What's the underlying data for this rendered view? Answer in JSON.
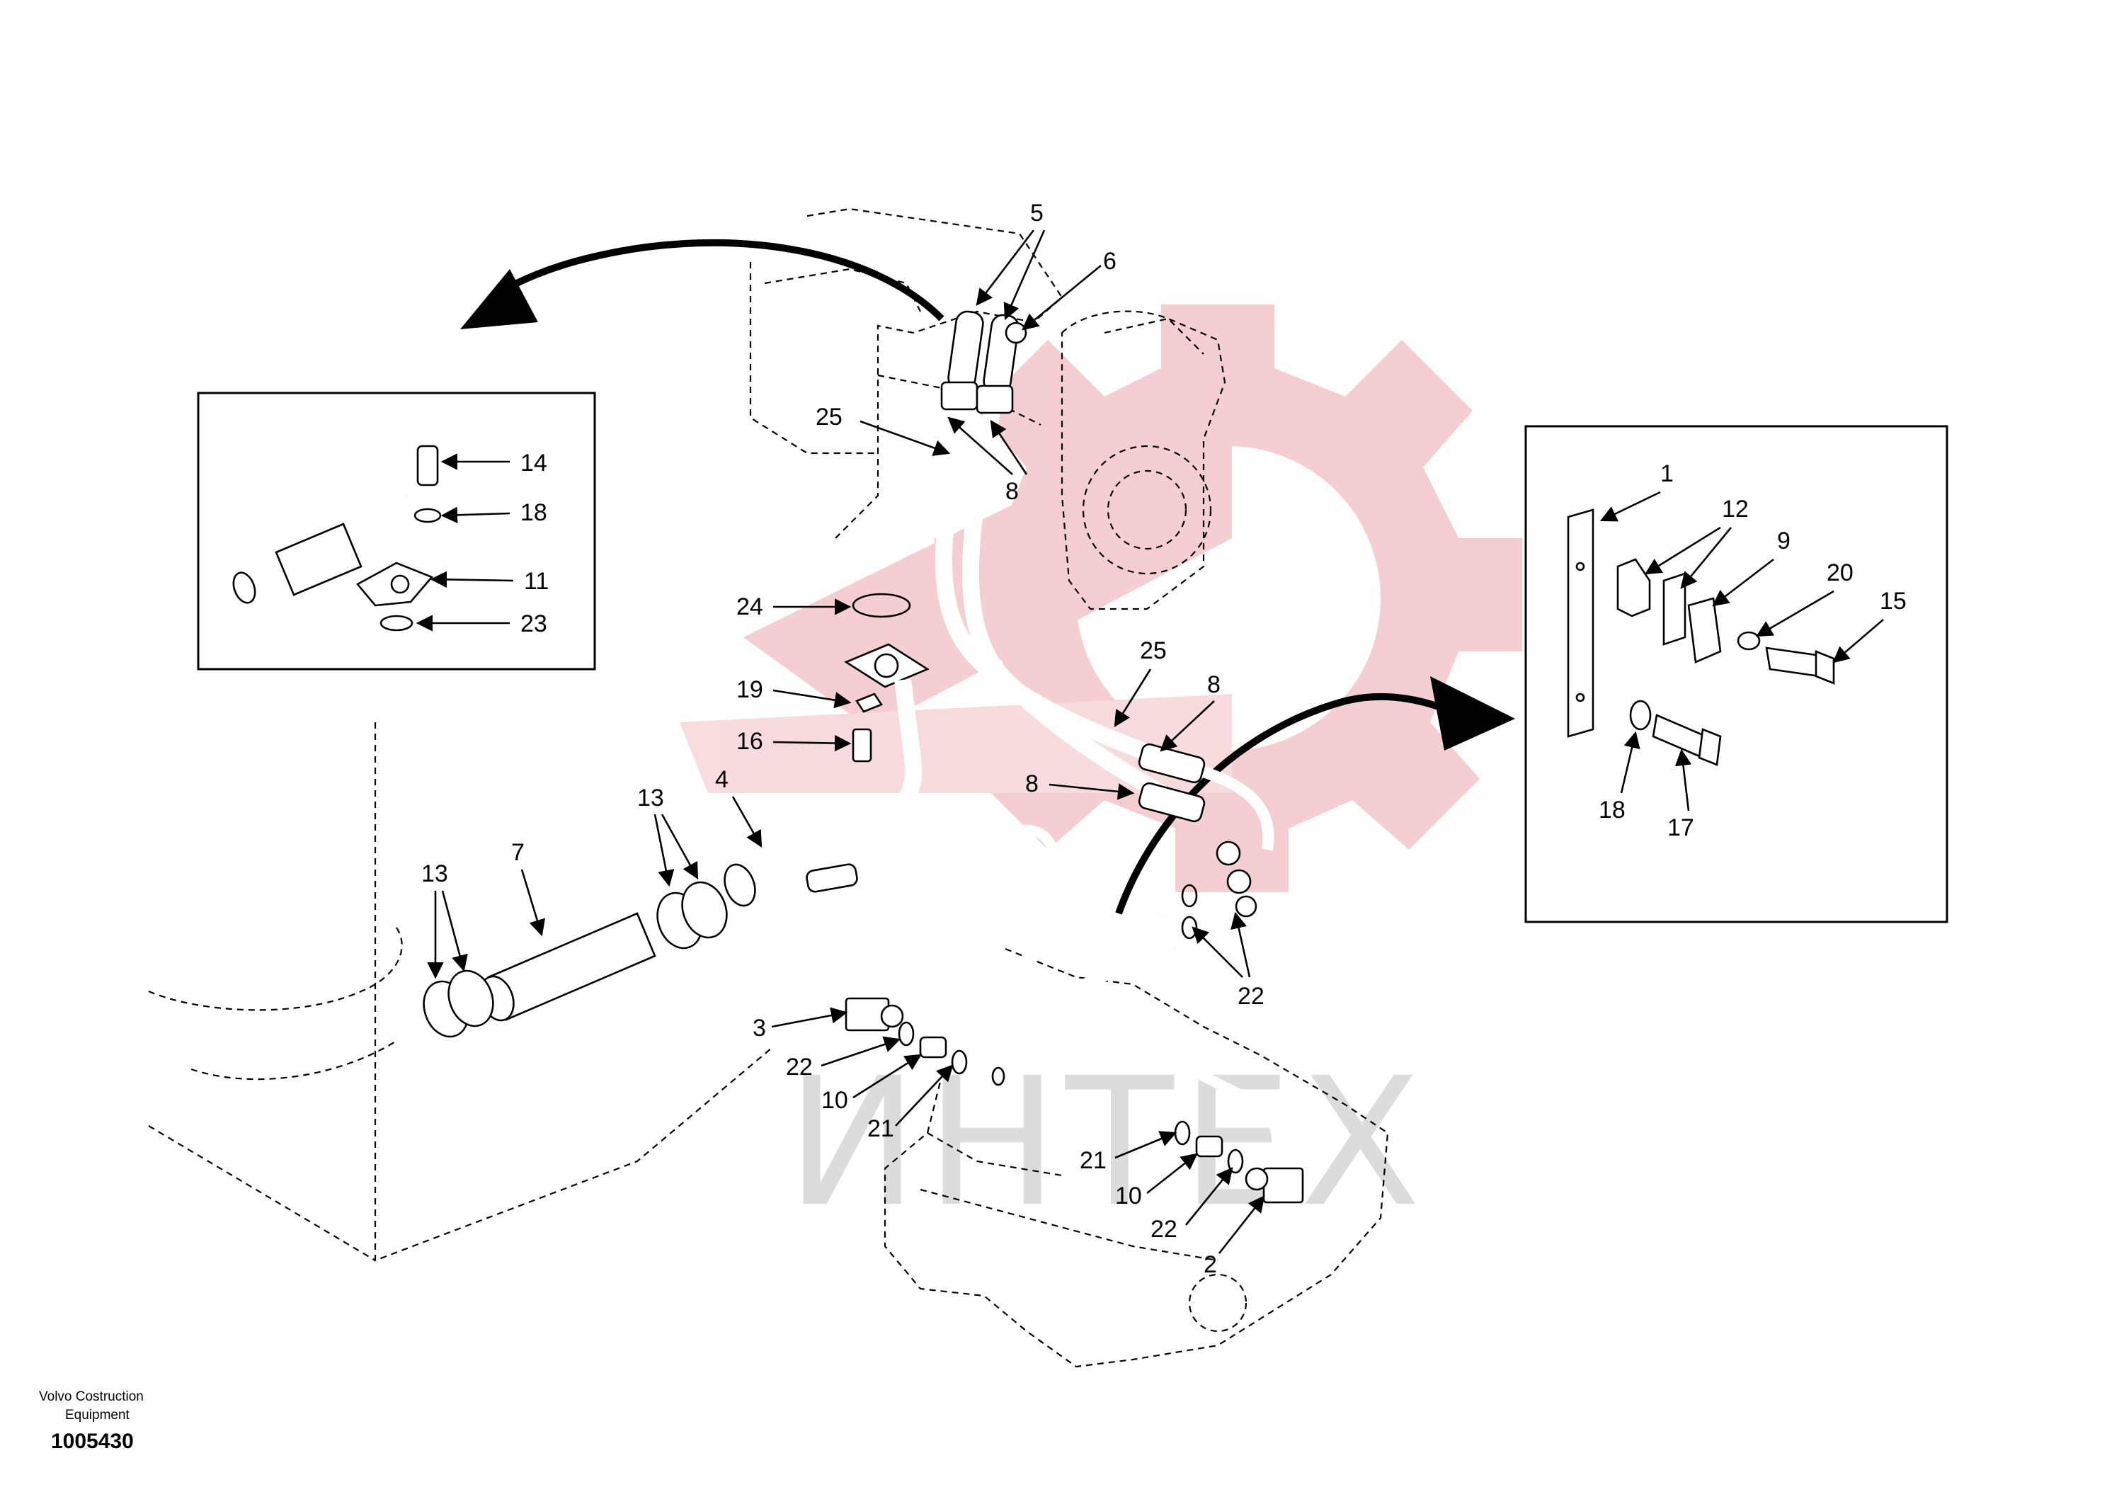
{
  "footer": {
    "company_line1": "Volvo Costruction",
    "company_line2": "Equipment",
    "drawing_number": "1005430"
  },
  "watermark": {
    "text": "ИНТЕХ",
    "gear_color": "#f3c9cc"
  },
  "callouts": {
    "c5": "5",
    "c6": "6",
    "c25a": "25",
    "c8a": "8",
    "c24": "24",
    "c19": "19",
    "c16": "16",
    "c4": "4",
    "c25b": "25",
    "c8b": "8",
    "c8c": "8",
    "c13a": "13",
    "c13b": "13",
    "c7": "7",
    "c3": "3",
    "c22a": "22",
    "c10a": "10",
    "c21a": "21",
    "c22b": "22",
    "c21b": "21",
    "c10b": "10",
    "c22c": "22",
    "c2": "2"
  },
  "inset_left": {
    "c14": "14",
    "c18": "18",
    "c11": "11",
    "c23": "23"
  },
  "inset_right": {
    "c1": "1",
    "c12": "12",
    "c9": "9",
    "c20": "20",
    "c15": "15",
    "c18": "18",
    "c17": "17"
  }
}
